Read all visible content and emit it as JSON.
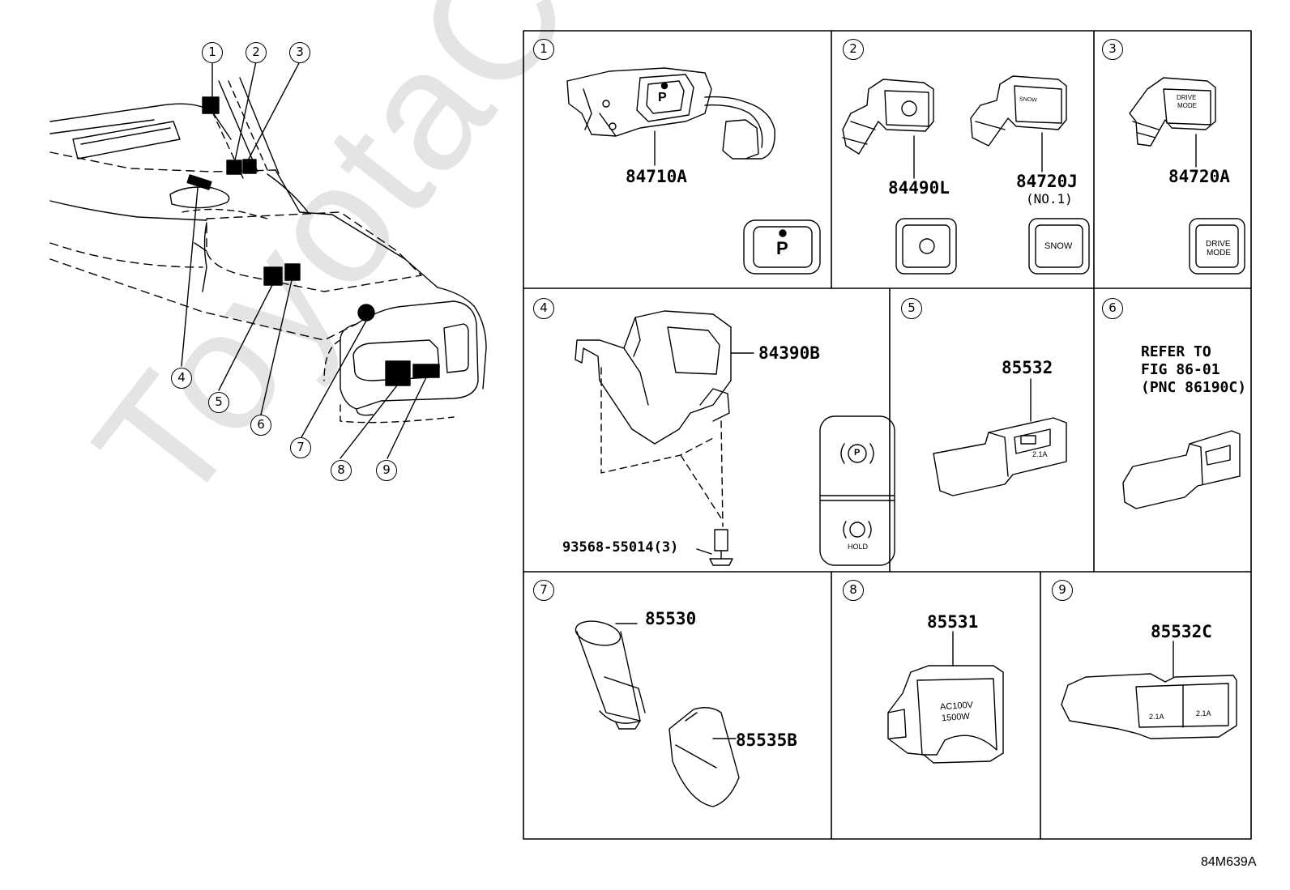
{
  "overview": {
    "callouts": [
      "1",
      "2",
      "3",
      "4",
      "5",
      "6",
      "7",
      "8",
      "9"
    ]
  },
  "panels": [
    {
      "index": "1",
      "part": "84710A",
      "button_label": "P"
    },
    {
      "index": "2",
      "parts": [
        "84490L",
        "84720J"
      ],
      "sub_label": "(NO.1)",
      "button_label": "SNOW"
    },
    {
      "index": "3",
      "part": "84720A",
      "button_label_line1": "DRIVE",
      "button_label_line2": "MODE"
    },
    {
      "index": "4",
      "part": "84390B",
      "bolt": "93568-55014(3)",
      "hold_label": "HOLD",
      "p_label": "P"
    },
    {
      "index": "5",
      "part": "85532",
      "usb_label": "2.1A"
    },
    {
      "index": "6",
      "note": "REFER TO\nFIG 86-01\n(PNC 86190C)"
    },
    {
      "index": "7",
      "parts": [
        "85530",
        "85535B"
      ]
    },
    {
      "index": "8",
      "part": "85531",
      "outlet_line1": "AC100V",
      "outlet_line2": "1500W"
    },
    {
      "index": "9",
      "part": "85532C",
      "usb_label": "2.1A"
    }
  ],
  "drawing_code": "84M639A",
  "watermark": "ToyotaCarMiner"
}
